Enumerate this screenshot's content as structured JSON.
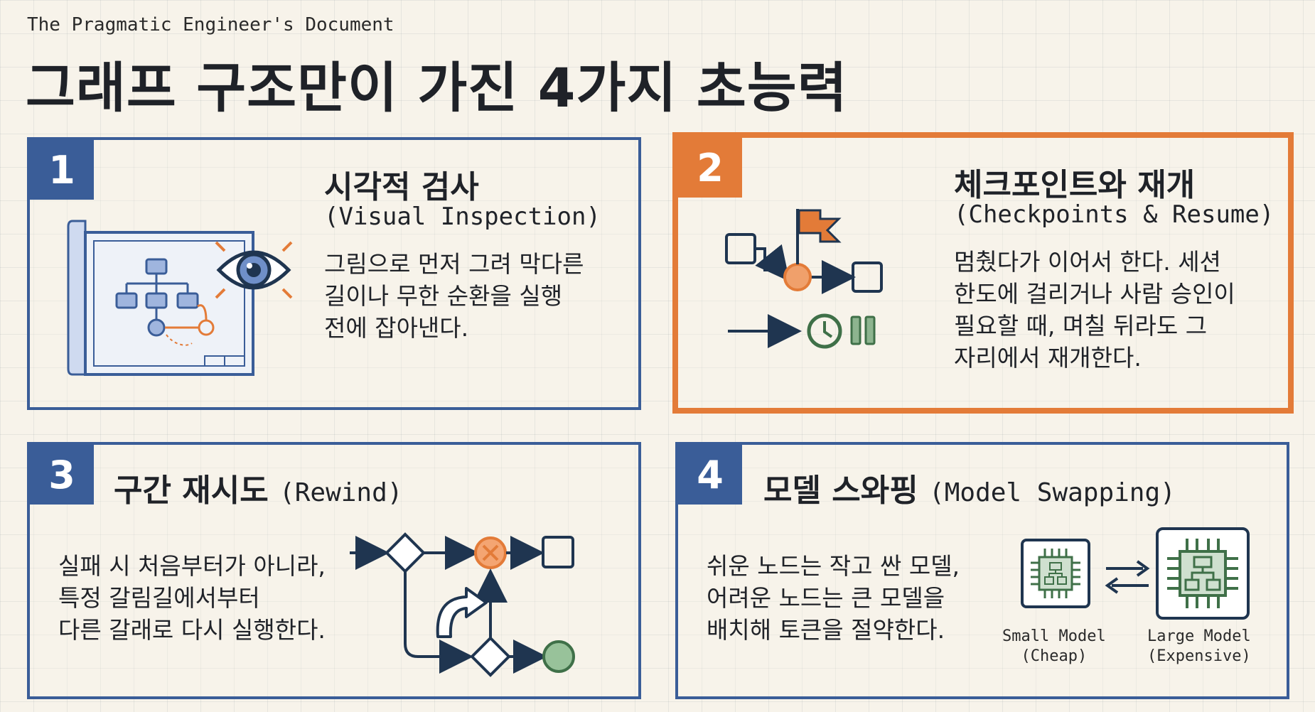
{
  "header": {
    "subtitle": "The Pragmatic Engineer's Document",
    "title": "그래프 구조만이 가진 4가지 초능력"
  },
  "cards": [
    {
      "number": "1",
      "title": "시각적 검사",
      "subtitle": "(Visual Inspection)",
      "desc": [
        "그림으로 먼저 그려 막다른",
        "길이나 무한 순환을 실행",
        "전에 잡아낸다."
      ]
    },
    {
      "number": "2",
      "title": "체크포인트와 재개",
      "subtitle": "(Checkpoints & Resume)",
      "desc": [
        "멈췄다가 이어서 한다. 세션",
        "한도에 걸리거나 사람 승인이",
        "필요할 때, 며칠 뒤라도 그",
        "자리에서 재개한다."
      ]
    },
    {
      "number": "3",
      "title": "구간 재시도",
      "subtitle": "(Rewind)",
      "desc": [
        "실패 시 처음부터가 아니라,",
        "특정 갈림길에서부터",
        "다른 갈래로 다시 실행한다."
      ]
    },
    {
      "number": "4",
      "title": "모델 스와핑",
      "subtitle": "(Model Swapping)",
      "desc": [
        "쉬운 노드는 작고 싼 모델,",
        "어려운 노드는 큰 모델을",
        "배치해 토큰을 절약한다."
      ],
      "small_model": [
        "Small Model",
        "(Cheap)"
      ],
      "large_model": [
        "Large Model",
        "(Expensive)"
      ]
    }
  ],
  "colors": {
    "blue": "#3a5d98",
    "orange": "#e37b38",
    "green": "#3f7048",
    "navy": "#1f3550"
  },
  "icons": [
    "blueprint-icon",
    "eye-icon",
    "flag-icon",
    "clock-icon",
    "pause-icon",
    "error-x-icon",
    "chip-icon",
    "swap-arrows-icon"
  ]
}
